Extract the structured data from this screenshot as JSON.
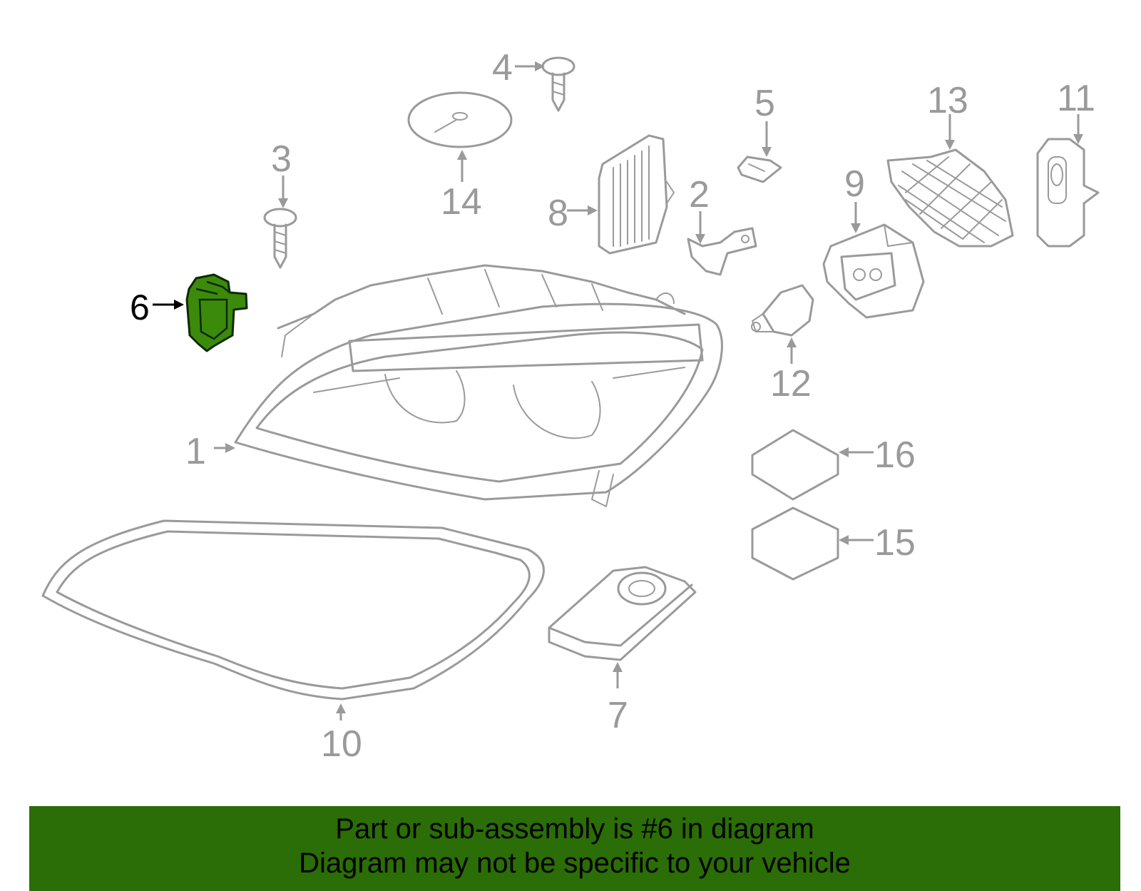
{
  "diagram": {
    "selected_part": "6",
    "callouts": [
      "1",
      "2",
      "3",
      "4",
      "5",
      "6",
      "7",
      "8",
      "9",
      "10",
      "11",
      "12",
      "13",
      "14",
      "15",
      "16"
    ]
  },
  "banner": {
    "line1": "Part or sub-assembly is #6 in diagram",
    "line2": "Diagram may not be specific to your vehicle"
  },
  "colors": {
    "highlight": "#3c8a0c",
    "banner": "#2b6d06",
    "outline": "#9a9a9a"
  }
}
